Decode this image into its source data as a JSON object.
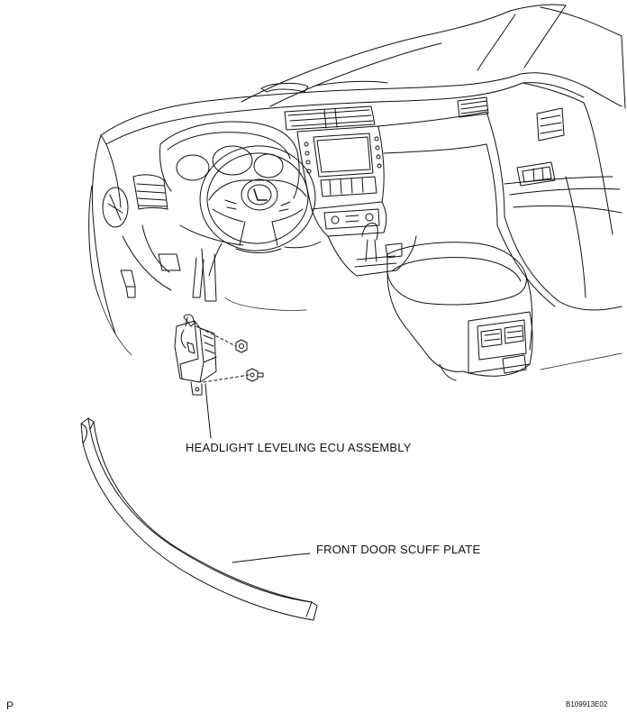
{
  "callouts": {
    "ecu": "HEADLIGHT LEVELING ECU ASSEMBLY",
    "scuff_plate": "FRONT DOOR SCUFF PLATE"
  },
  "corner": {
    "left": "P",
    "right": "B109913E02"
  },
  "colors": {
    "line": "#111111",
    "background": "#ffffff"
  }
}
